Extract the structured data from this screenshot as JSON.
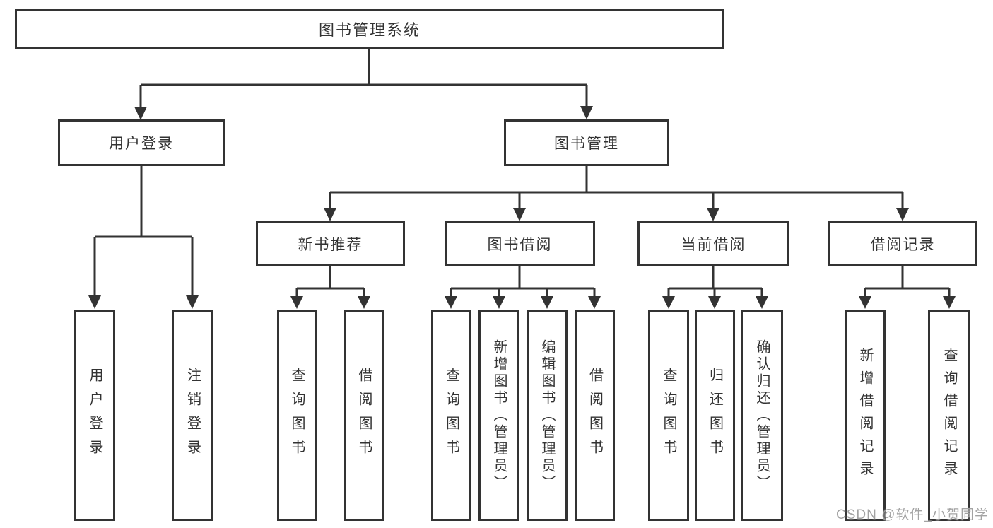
{
  "diagram": {
    "type": "hierarchy-diagram",
    "colors": {
      "line": "#333333",
      "border": "#333333",
      "text": "#333333",
      "background": "#ffffff",
      "watermark": "#9e9e9e"
    },
    "watermark": "CSDN @软件_小贺同学",
    "tree": {
      "label": "图书管理系统",
      "children": [
        {
          "label": "用户登录",
          "children": [
            {
              "label": "用户登录"
            },
            {
              "label": "注销登录"
            }
          ]
        },
        {
          "label": "图书管理",
          "children": [
            {
              "label": "新书推荐",
              "children": [
                {
                  "label": "查询图书"
                },
                {
                  "label": "借阅图书"
                }
              ]
            },
            {
              "label": "图书借阅",
              "children": [
                {
                  "label": "查询图书"
                },
                {
                  "label": "新增图书（管理员）"
                },
                {
                  "label": "编辑图书（管理员）"
                },
                {
                  "label": "借阅图书"
                }
              ]
            },
            {
              "label": "当前借阅",
              "children": [
                {
                  "label": "查询图书"
                },
                {
                  "label": "归还图书"
                },
                {
                  "label": "确认归还（管理员）"
                }
              ]
            },
            {
              "label": "借阅记录",
              "children": [
                {
                  "label": "新增借阅记录"
                },
                {
                  "label": "查询借阅记录"
                }
              ]
            }
          ]
        }
      ]
    }
  }
}
